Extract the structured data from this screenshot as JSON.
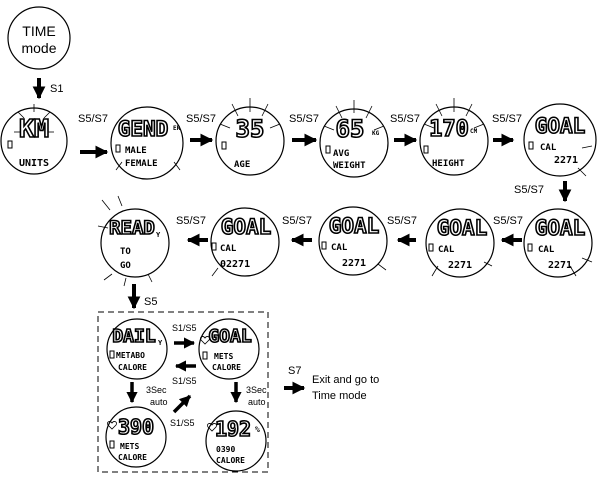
{
  "time_mode": {
    "line1": "TIME",
    "line2": "mode"
  },
  "arrow_labels": {
    "s1": "S1",
    "s5_s7": "S5/S7",
    "s5": "S5",
    "s1_s5": "S1/S5",
    "three_sec": "3Sec",
    "auto": "auto",
    "s7": "S7"
  },
  "screens": {
    "units": {
      "big": "KM",
      "low": "UNITS"
    },
    "gender": {
      "big": "GEND",
      "sup": "ER",
      "l1": "MALE",
      "l2": "FEMALE"
    },
    "age": {
      "big": "35",
      "low": "AGE"
    },
    "weight": {
      "big": "65",
      "sup": "KG",
      "l1": "AVG",
      "l2": "WEIGHT"
    },
    "height": {
      "big": "170",
      "sup": "CM",
      "low": "HEIGHT"
    },
    "goal": {
      "big": "GOAL",
      "l1": "CAL",
      "l2": "2271"
    },
    "goal_alt": {
      "big": "GOAL",
      "l1": "CAL",
      "l2": "02271"
    },
    "ready": {
      "big": "READ",
      "sup": "Y",
      "l1": "TO",
      "l2": "GO"
    },
    "daily": {
      "big": "DAIL",
      "sup": "Y",
      "l1": "METABO",
      "l2": "CALORE"
    },
    "goal_mets": {
      "big": "GOAL",
      "l1": "METS",
      "l2": "CALORE"
    },
    "value_390": {
      "big": "390",
      "l1": "METS",
      "l2": "CALORE"
    },
    "value_192": {
      "big": "192",
      "sup": "%",
      "l1": "0390",
      "l2": "CALORE"
    }
  },
  "exit": {
    "line1": "Exit and go to",
    "line2": "Time mode"
  }
}
